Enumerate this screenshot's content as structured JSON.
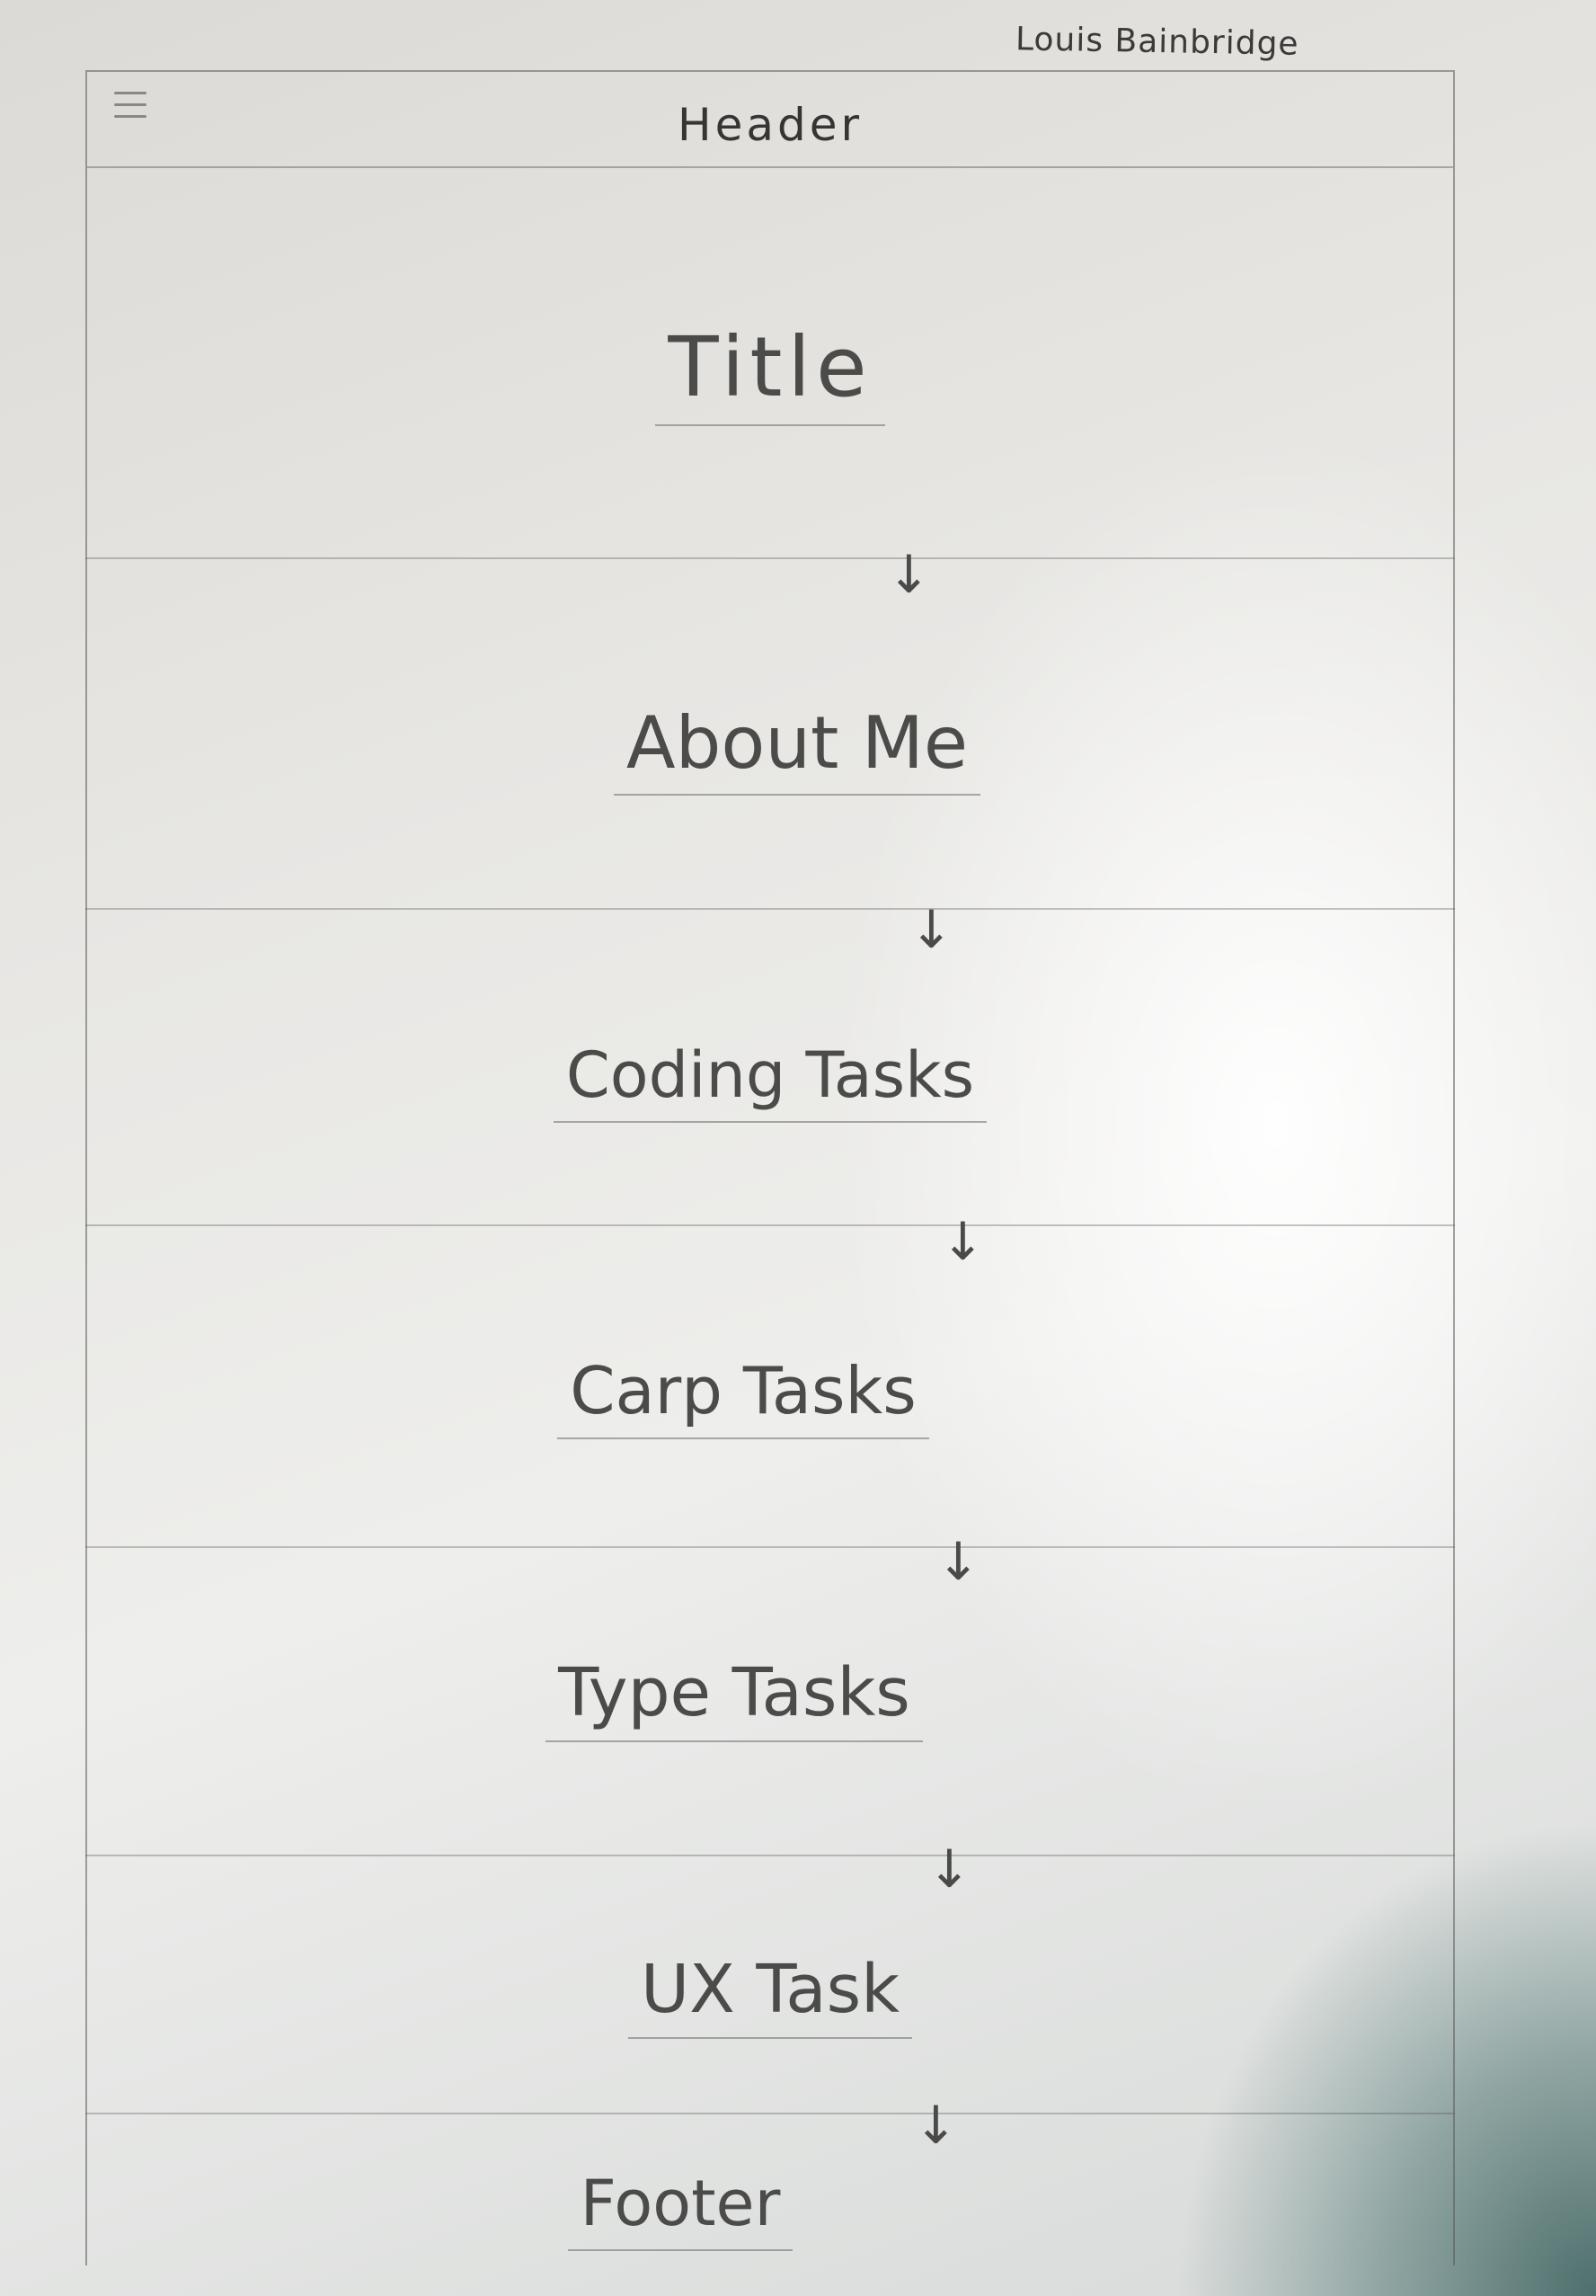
{
  "author": "Louis Bainbridge",
  "header": {
    "label": "Header"
  },
  "sections": [
    {
      "label": "Title"
    },
    {
      "label": "About Me"
    },
    {
      "label": "Coding Tasks"
    },
    {
      "label": "Carp Tasks"
    },
    {
      "label": "Type Tasks"
    },
    {
      "label": "UX Task"
    },
    {
      "label": "Footer"
    }
  ],
  "icons": {
    "menu": "hamburger-menu-icon",
    "flow": "arrow-down-icon"
  }
}
